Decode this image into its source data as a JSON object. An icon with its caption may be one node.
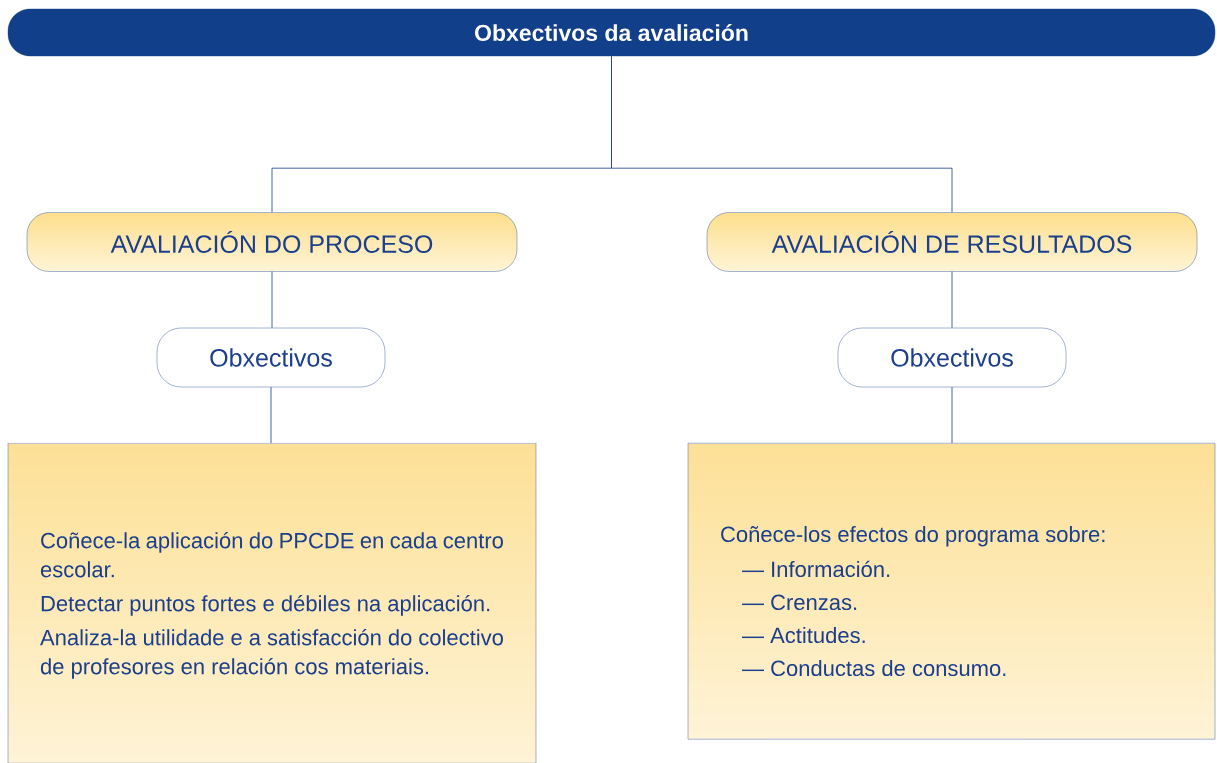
{
  "diagram": {
    "nodes": [
      {
        "text": [
          "Obxectivos da avaliación"
        ]
      },
      {
        "text": [
          "AVALIACIÓN DO PROCESO"
        ]
      },
      {
        "text": [
          "Obxectivos"
        ]
      },
      {
        "text": [
          "Coñece-la aplicación do PPCDE en cada centro escolar.",
          "Detectar puntos fortes e débiles na aplicación.",
          "Analiza-la utilidade e a satisfacción do colectivo de profesores en relación cos materiais."
        ]
      },
      {
        "text": [
          "AVALIACIÓN DE RESULTADOS"
        ]
      },
      {
        "text": [
          "Obxectivos"
        ]
      },
      {
        "text": [
          "Coñece-los efectos do programa sobre:",
          "— Información.",
          "— Crenzas.",
          "— Actitudes.",
          "— Conductas de consumo."
        ]
      }
    ],
    "edges": [
      {
        "from": 0,
        "to": 1,
        "arrow": "none"
      },
      {
        "from": 0,
        "to": 4,
        "arrow": "none"
      },
      {
        "from": 1,
        "to": 2,
        "arrow": "none"
      },
      {
        "from": 2,
        "to": 3,
        "arrow": "none"
      },
      {
        "from": 4,
        "to": 5,
        "arrow": "none"
      },
      {
        "from": 5,
        "to": 6,
        "arrow": "none"
      }
    ]
  }
}
